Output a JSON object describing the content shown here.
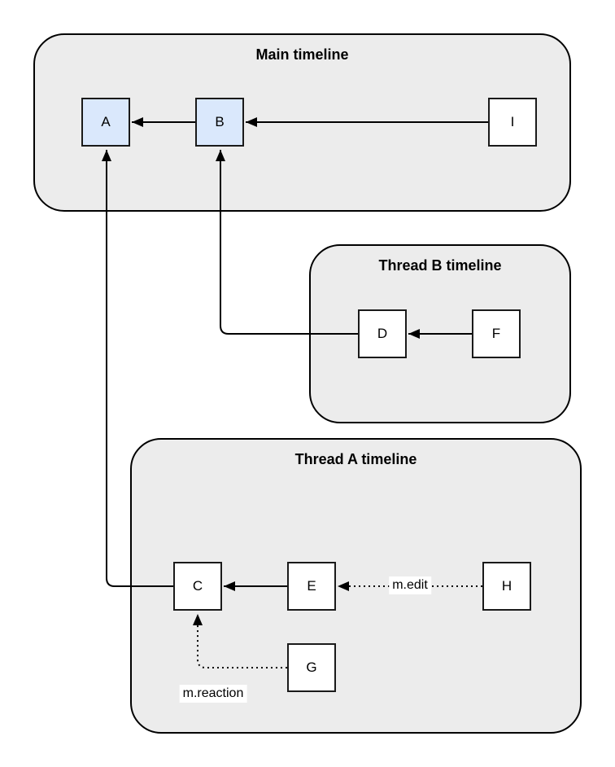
{
  "diagram": {
    "kind": "event-dag-timelines",
    "groups": [
      {
        "id": "main",
        "title": "Main timeline"
      },
      {
        "id": "threadB",
        "title": "Thread B timeline"
      },
      {
        "id": "threadA",
        "title": "Thread A timeline"
      }
    ],
    "nodes": [
      {
        "id": "A",
        "label": "A",
        "group": "main",
        "fill": "#dae8fc"
      },
      {
        "id": "B",
        "label": "B",
        "group": "main",
        "fill": "#dae8fc"
      },
      {
        "id": "I",
        "label": "I",
        "group": "main",
        "fill": "#ffffff"
      },
      {
        "id": "D",
        "label": "D",
        "group": "threadB",
        "fill": "#ffffff"
      },
      {
        "id": "F",
        "label": "F",
        "group": "threadB",
        "fill": "#ffffff"
      },
      {
        "id": "C",
        "label": "C",
        "group": "threadA",
        "fill": "#ffffff"
      },
      {
        "id": "E",
        "label": "E",
        "group": "threadA",
        "fill": "#ffffff"
      },
      {
        "id": "H",
        "label": "H",
        "group": "threadA",
        "fill": "#ffffff"
      },
      {
        "id": "G",
        "label": "G",
        "group": "threadA",
        "fill": "#ffffff"
      }
    ],
    "edges": [
      {
        "from": "B",
        "to": "A",
        "style": "solid",
        "label": ""
      },
      {
        "from": "I",
        "to": "B",
        "style": "solid",
        "label": ""
      },
      {
        "from": "F",
        "to": "D",
        "style": "solid",
        "label": ""
      },
      {
        "from": "D",
        "to": "B",
        "style": "solid",
        "label": ""
      },
      {
        "from": "E",
        "to": "C",
        "style": "solid",
        "label": ""
      },
      {
        "from": "C",
        "to": "A",
        "style": "solid",
        "label": ""
      },
      {
        "from": "H",
        "to": "E",
        "style": "dotted",
        "label": "m.edit"
      },
      {
        "from": "G",
        "to": "C",
        "style": "dotted",
        "label": "m.reaction"
      }
    ],
    "colors": {
      "group_fill": "#ececec",
      "group_border": "#000000",
      "node_blue_fill": "#dae8fc",
      "node_white_fill": "#ffffff",
      "node_border": "#1a1a1a",
      "line": "#000000",
      "label_background": "#ffffff"
    }
  }
}
